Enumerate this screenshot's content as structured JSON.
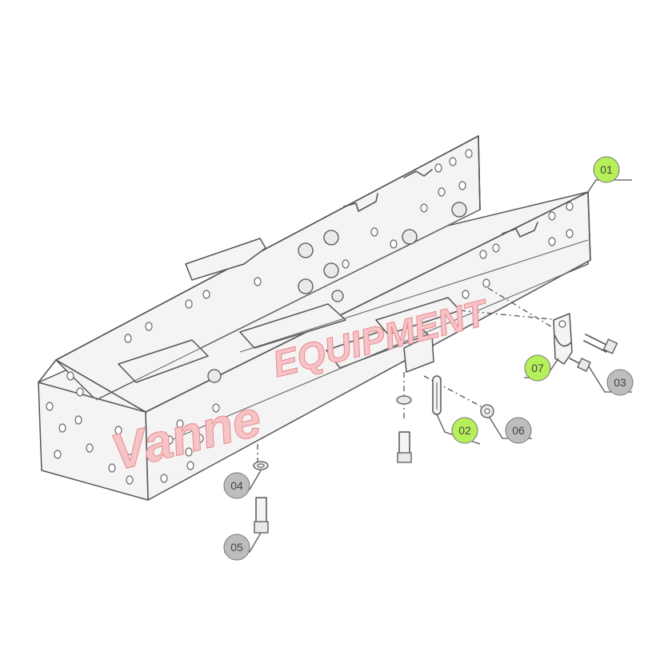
{
  "watermark": {
    "text_left": "Vanne",
    "text_main": "EQUIPMENT",
    "color_fill": "#f6c3c6",
    "color_stroke": "#e88a90"
  },
  "callouts": [
    {
      "id": "01",
      "label": "01",
      "color": "#b5ef5a"
    },
    {
      "id": "02",
      "label": "02",
      "color": "#b5ef5a"
    },
    {
      "id": "03",
      "label": "03",
      "color": "#bdbdbd"
    },
    {
      "id": "04",
      "label": "04",
      "color": "#bdbdbd"
    },
    {
      "id": "05",
      "label": "05",
      "color": "#bdbdbd"
    },
    {
      "id": "06",
      "label": "06",
      "color": "#bdbdbd"
    },
    {
      "id": "07",
      "label": "07",
      "color": "#b5ef5a"
    }
  ]
}
